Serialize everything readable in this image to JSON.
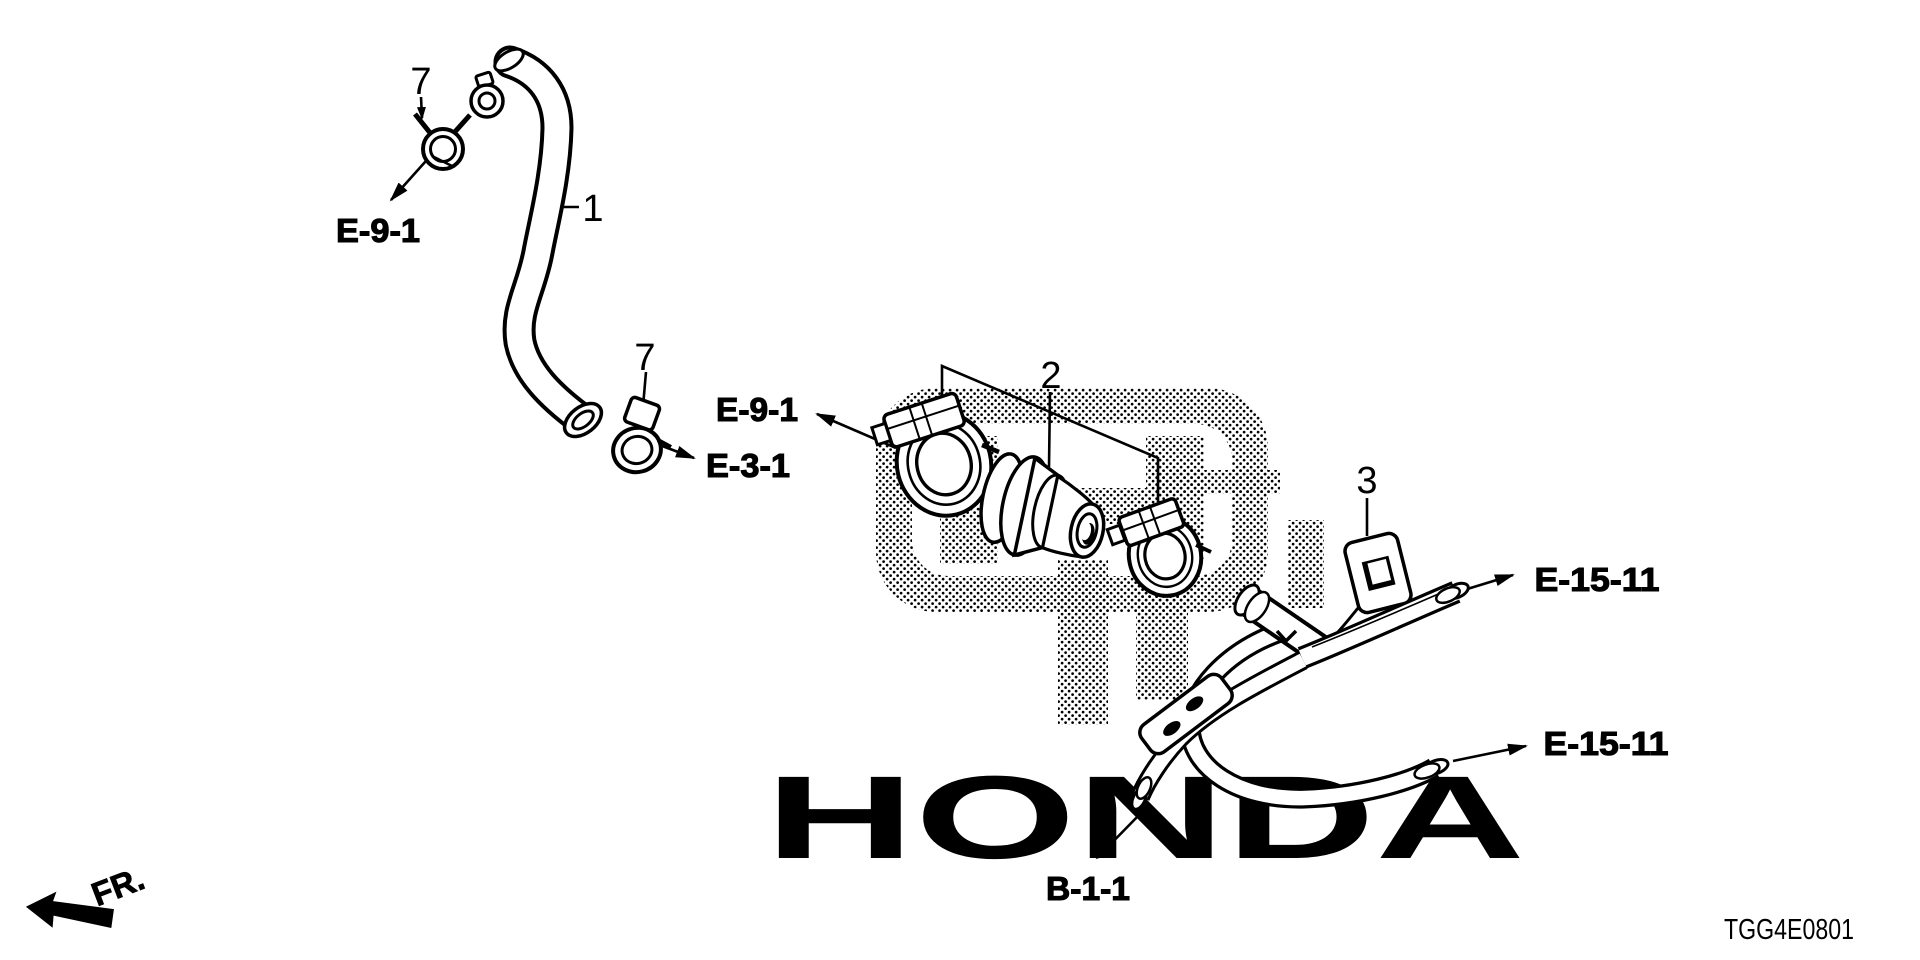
{
  "colors": {
    "ink": "#000000",
    "background": "#ffffff"
  },
  "callouts": {
    "clamp_top": "7",
    "hose": "1",
    "clamp_mid": "7",
    "joint": "2",
    "bracket": "3"
  },
  "references": {
    "top": "E-9-1",
    "mid": "E-9-1",
    "clamp": "E-3-1",
    "pipe_upper": "E-15-11",
    "pipe_lower": "E-15-11",
    "bottom": "B-1-1"
  },
  "orientation": {
    "front": "FR."
  },
  "watermark": {
    "wordmark": "HONDA"
  },
  "footer": {
    "diagram_code": "TGG4E0801"
  }
}
